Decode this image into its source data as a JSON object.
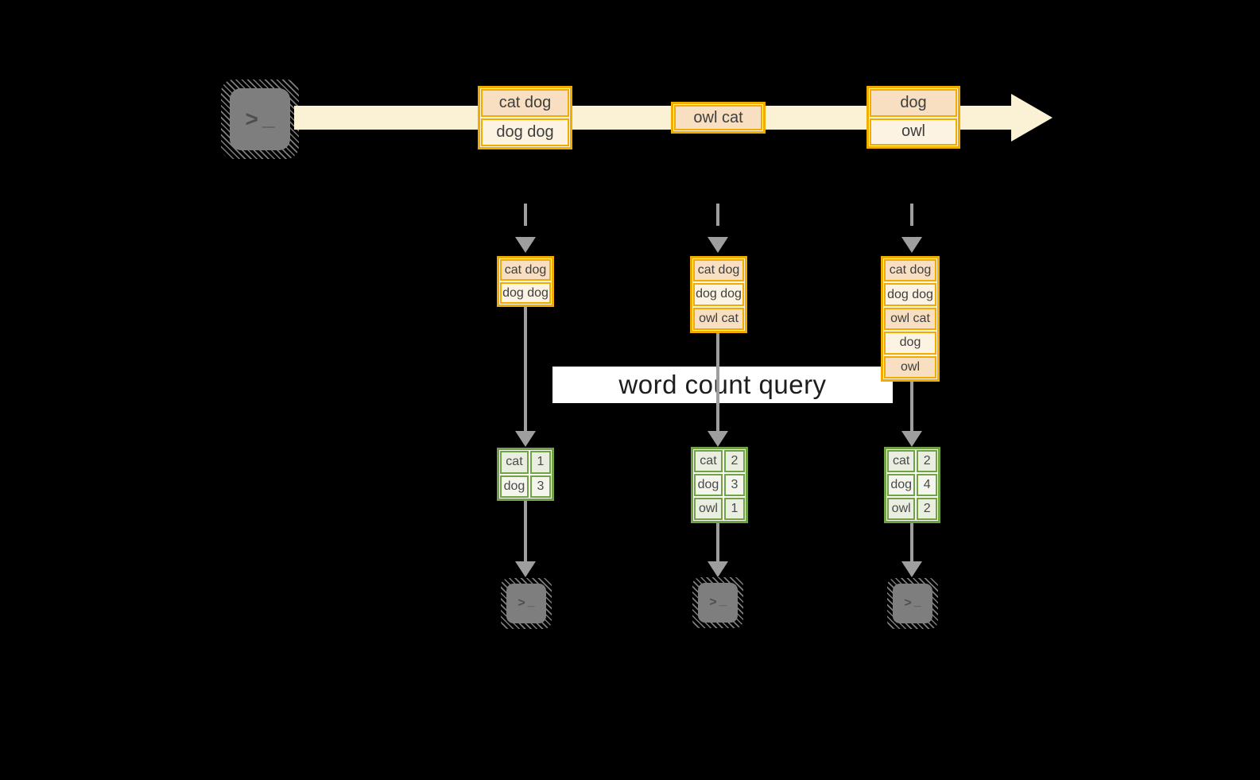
{
  "diagram": {
    "kind": "streaming-word-count",
    "query_label": "word count query",
    "colors": {
      "background": "#000000",
      "stream_band": "#fbf1d4",
      "batch_border": "#f0ad00",
      "batch_fill_dark": "#f8dfc1",
      "batch_fill_light": "#fdf3e3",
      "table_border": "#71a246",
      "table_fill_dark": "#e9eee0",
      "table_fill_light": "#f4f6ee",
      "arrow_gray": "#9e9e9e",
      "terminal_gray": "#7e7e7e"
    },
    "source": {
      "icon": "terminal-icon",
      "glyph_gt": ">",
      "glyph_underscore": "_"
    },
    "stream_batches": [
      {
        "records": [
          "cat dog",
          "dog dog"
        ]
      },
      {
        "records": [
          "owl cat"
        ]
      },
      {
        "records": [
          "dog",
          "owl"
        ]
      }
    ],
    "columns": [
      {
        "input_records": [
          "cat dog",
          "dog dog"
        ],
        "counts": [
          {
            "word": "cat",
            "count": "1"
          },
          {
            "word": "dog",
            "count": "3"
          }
        ],
        "sink_icon": "terminal-icon"
      },
      {
        "input_records": [
          "cat dog",
          "dog dog",
          "owl cat"
        ],
        "counts": [
          {
            "word": "cat",
            "count": "2"
          },
          {
            "word": "dog",
            "count": "3"
          },
          {
            "word": "owl",
            "count": "1"
          }
        ],
        "sink_icon": "terminal-icon"
      },
      {
        "input_records": [
          "cat dog",
          "dog dog",
          "owl cat",
          "dog",
          "owl"
        ],
        "counts": [
          {
            "word": "cat",
            "count": "2"
          },
          {
            "word": "dog",
            "count": "4"
          },
          {
            "word": "owl",
            "count": "2"
          }
        ],
        "sink_icon": "terminal-icon"
      }
    ]
  }
}
